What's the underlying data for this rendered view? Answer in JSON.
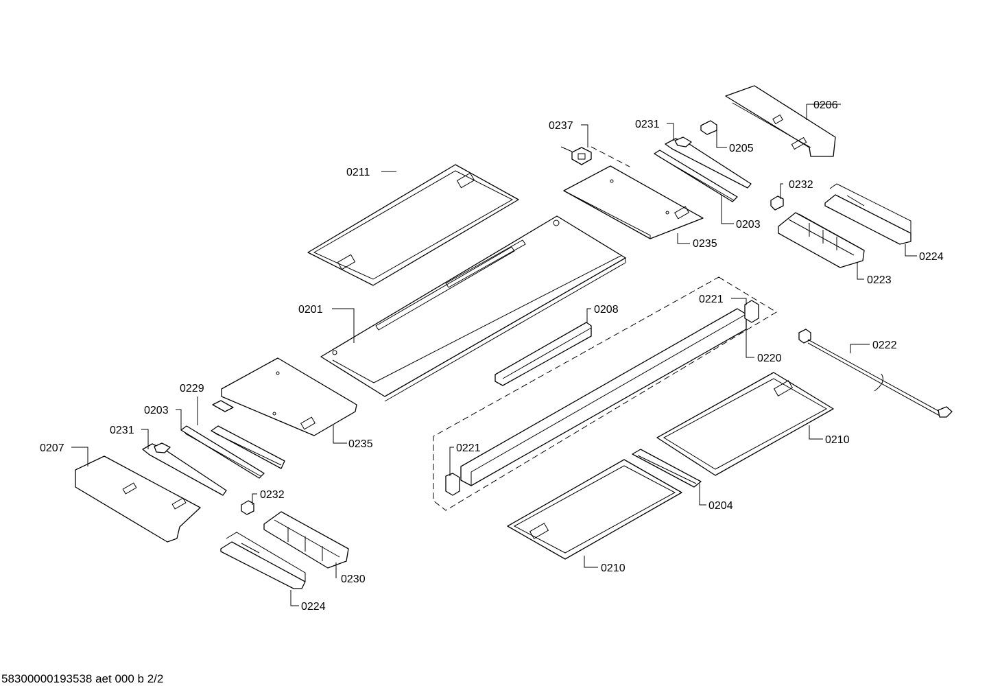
{
  "document_id": "58300000193538 aet 000 b 2/2",
  "labels": [
    {
      "id": "lbl-0206",
      "text": "0206"
    },
    {
      "id": "lbl-0237",
      "text": "0237"
    },
    {
      "id": "lbl-0231-top",
      "text": "0231"
    },
    {
      "id": "lbl-0205",
      "text": "0205"
    },
    {
      "id": "lbl-0211",
      "text": "0211"
    },
    {
      "id": "lbl-0232-top",
      "text": "0232"
    },
    {
      "id": "lbl-0203-top",
      "text": "0203"
    },
    {
      "id": "lbl-0235-top",
      "text": "0235"
    },
    {
      "id": "lbl-0224-top",
      "text": "0224"
    },
    {
      "id": "lbl-0223",
      "text": "0223"
    },
    {
      "id": "lbl-0221-top",
      "text": "0221"
    },
    {
      "id": "lbl-0201",
      "text": "0201"
    },
    {
      "id": "lbl-0208",
      "text": "0208"
    },
    {
      "id": "lbl-0222",
      "text": "0222"
    },
    {
      "id": "lbl-0220",
      "text": "0220"
    },
    {
      "id": "lbl-0229",
      "text": "0229"
    },
    {
      "id": "lbl-0203-left",
      "text": "0203"
    },
    {
      "id": "lbl-0231-left",
      "text": "0231"
    },
    {
      "id": "lbl-0235-left",
      "text": "0235"
    },
    {
      "id": "lbl-0207",
      "text": "0207"
    },
    {
      "id": "lbl-0210-right",
      "text": "0210"
    },
    {
      "id": "lbl-0221-left",
      "text": "0221"
    },
    {
      "id": "lbl-0232-left",
      "text": "0232"
    },
    {
      "id": "lbl-0204",
      "text": "0204"
    },
    {
      "id": "lbl-0230",
      "text": "0230"
    },
    {
      "id": "lbl-0210-bottom",
      "text": "0210"
    },
    {
      "id": "lbl-0224-bottom",
      "text": "0224"
    }
  ]
}
